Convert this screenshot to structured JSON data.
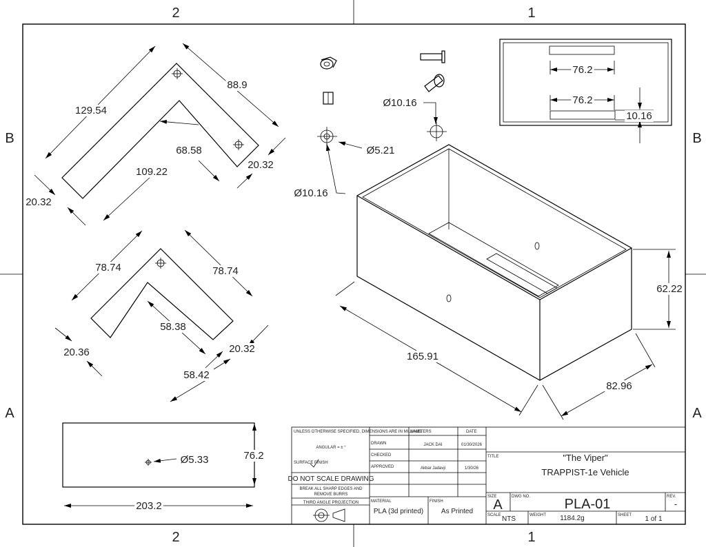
{
  "zones": {
    "top_left": "2",
    "top_right": "1",
    "bottom_left": "2",
    "bottom_right": "1",
    "left_top": "B",
    "left_bottom": "A",
    "right_top": "B",
    "right_bottom": "A"
  },
  "dims": {
    "a": "129.54",
    "b": "88.9",
    "c": "68.58",
    "d": "109.22",
    "e": "20.32",
    "f": "20.32",
    "g": "78.74",
    "h": "78.74",
    "i": "58.38",
    "j": "20.36",
    "k": "20.32",
    "l": "58.42",
    "m": "Ø5.33",
    "n": "76.2",
    "o": "203.2",
    "p": "Ø10.16",
    "q": "Ø5.21",
    "r": "Ø10.16",
    "s": "76.2",
    "t": "76.2",
    "u": "10.16",
    "v": "165.91",
    "w": "82.96",
    "x": "62.22"
  },
  "title_block": {
    "general_note": "UNLESS OTHERWISE SPECIFIED, DIMENSIONS ARE IN MILLIMETERS",
    "angular": "ANGULAR = ± °",
    "surface_finish": "SURFACE FINISH",
    "do_not_scale": "DO NOT SCALE DRAWING",
    "break_edges_1": "BREAK ALL SHARP EDGES AND",
    "break_edges_2": "REMOVE BURRS",
    "projection": "THIRD ANGLE PROJECTION",
    "col_name": "NAME",
    "col_date": "DATE",
    "row_drawn": "DRAWN",
    "row_checked": "CHECKED",
    "row_approved": "APPROVED",
    "drawn_name": "JACK DAI",
    "drawn_date": "01/30/2026",
    "approved_name": "Akbar Jadavji",
    "approved_date": "1/30/26",
    "material_label": "MATERIAL",
    "material": "PLA (3d printed)",
    "finish_label": "FINISH",
    "finish": "As Printed",
    "title_label": "TITLE",
    "title_1": "\"The Viper\"",
    "title_2": "TRAPPIST-1e Vehicle",
    "size_label": "SIZE",
    "size": "A",
    "dwg_label": "DWG NO.",
    "dwg": "PLA-01",
    "rev_label": "REV.",
    "rev": "-",
    "scale_label": "SCALE",
    "scale": "NTS",
    "weight_label": "WEIGHT",
    "weight": "1184.2g",
    "sheet_label": "SHEET",
    "sheet": "1 of 1"
  }
}
